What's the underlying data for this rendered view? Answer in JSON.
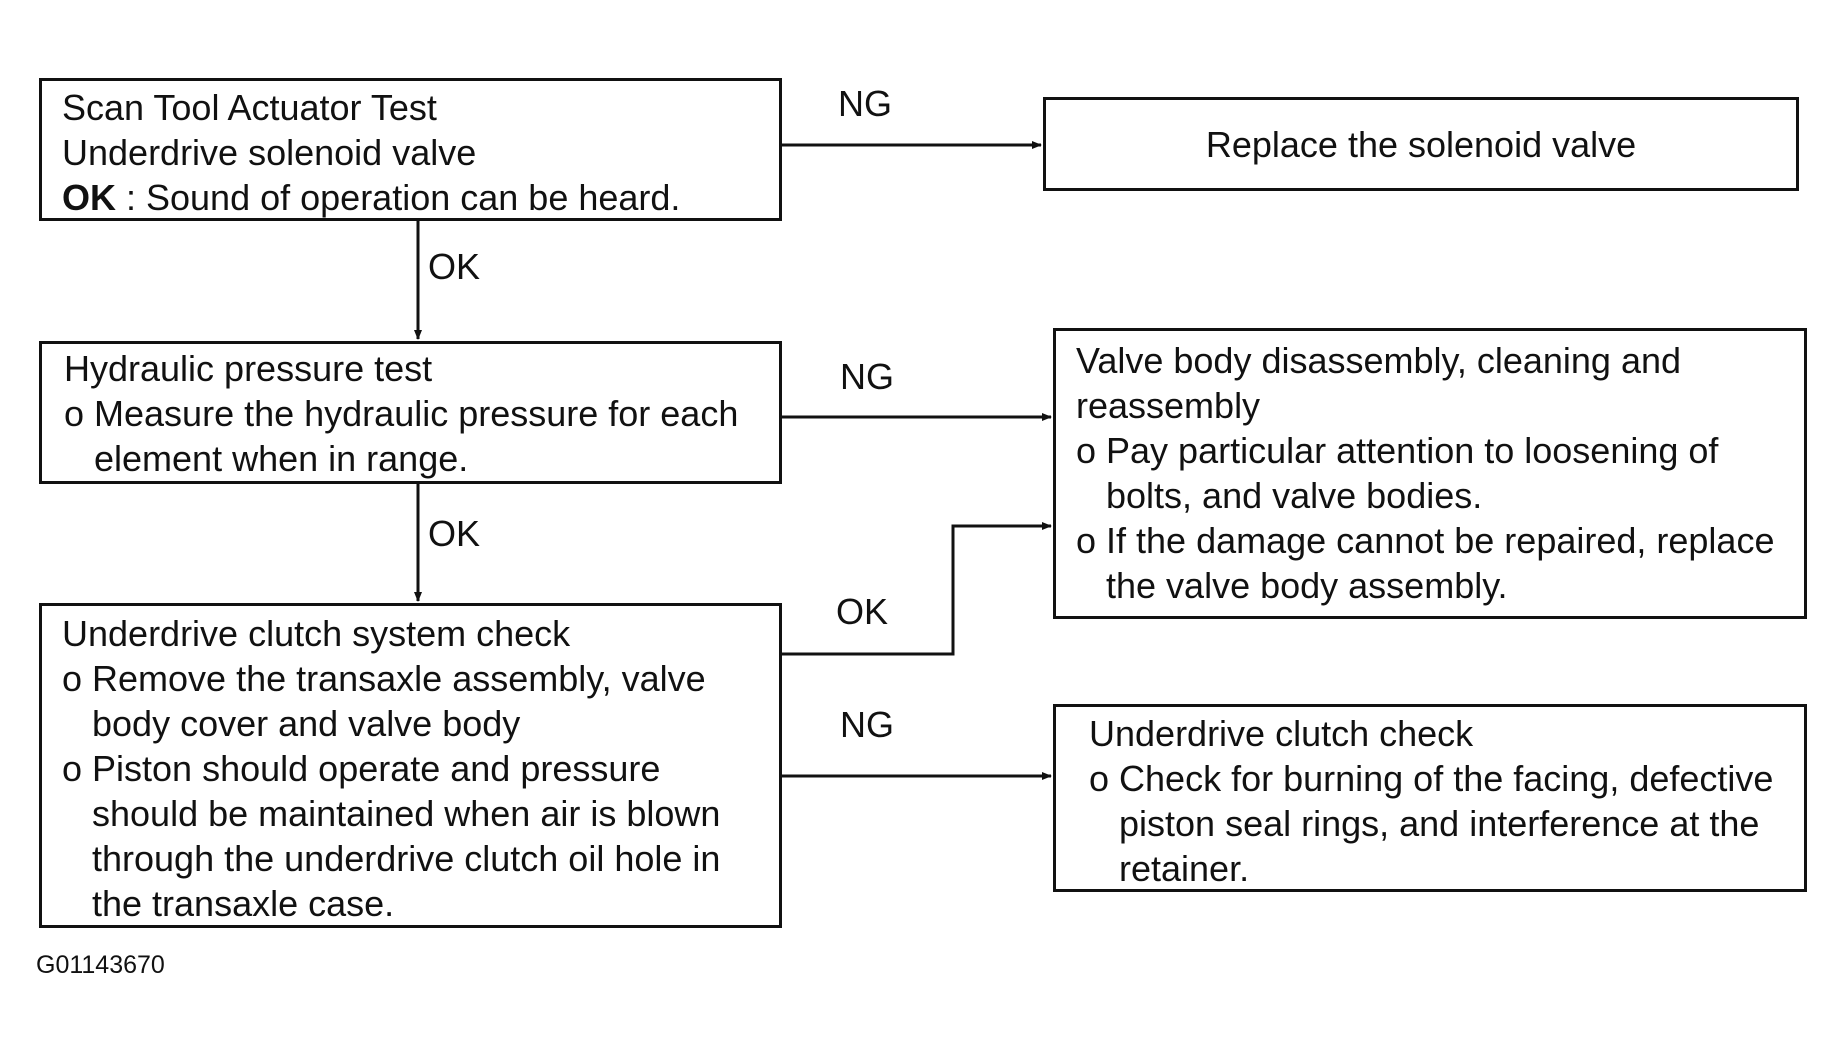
{
  "boxes": {
    "scan_tool": {
      "line1": "Scan Tool Actuator Test",
      "line2": "Underdrive solenoid valve",
      "ok_prefix": "OK",
      "ok_text": " : Sound of operation can be heard."
    },
    "replace_solenoid": {
      "line1": "Replace the solenoid valve"
    },
    "hydraulic": {
      "line1": "Hydraulic pressure test",
      "line2": "o Measure the hydraulic pressure for each",
      "line3": "element when in range."
    },
    "valve_body": {
      "line1": "Valve body disassembly, cleaning and",
      "line2": "reassembly",
      "line3": "o Pay particular attention to loosening of",
      "line4": "bolts, and valve bodies.",
      "line5": "o If the damage cannot be repaired, replace",
      "line6": "the valve body assembly."
    },
    "clutch_system": {
      "line1": "Underdrive clutch system check",
      "line2": "o Remove the transaxle assembly, valve",
      "line3": "body cover and valve body",
      "line4": "o Piston should operate and pressure",
      "line5": "should be maintained when air is blown",
      "line6": "through the underdrive clutch oil hole in",
      "line7": "the transaxle case."
    },
    "clutch_check": {
      "line1": "Underdrive clutch check",
      "line2": "o Check for burning of the facing, defective",
      "line3": "piston seal rings, and interference at the",
      "line4": "retainer."
    }
  },
  "edges": {
    "scan_ng": "NG",
    "scan_ok": "OK",
    "hydraulic_ng": "NG",
    "hydraulic_ok": "OK",
    "clutch_ok": "OK",
    "clutch_ng": "NG"
  },
  "figure_id": "G01143670"
}
